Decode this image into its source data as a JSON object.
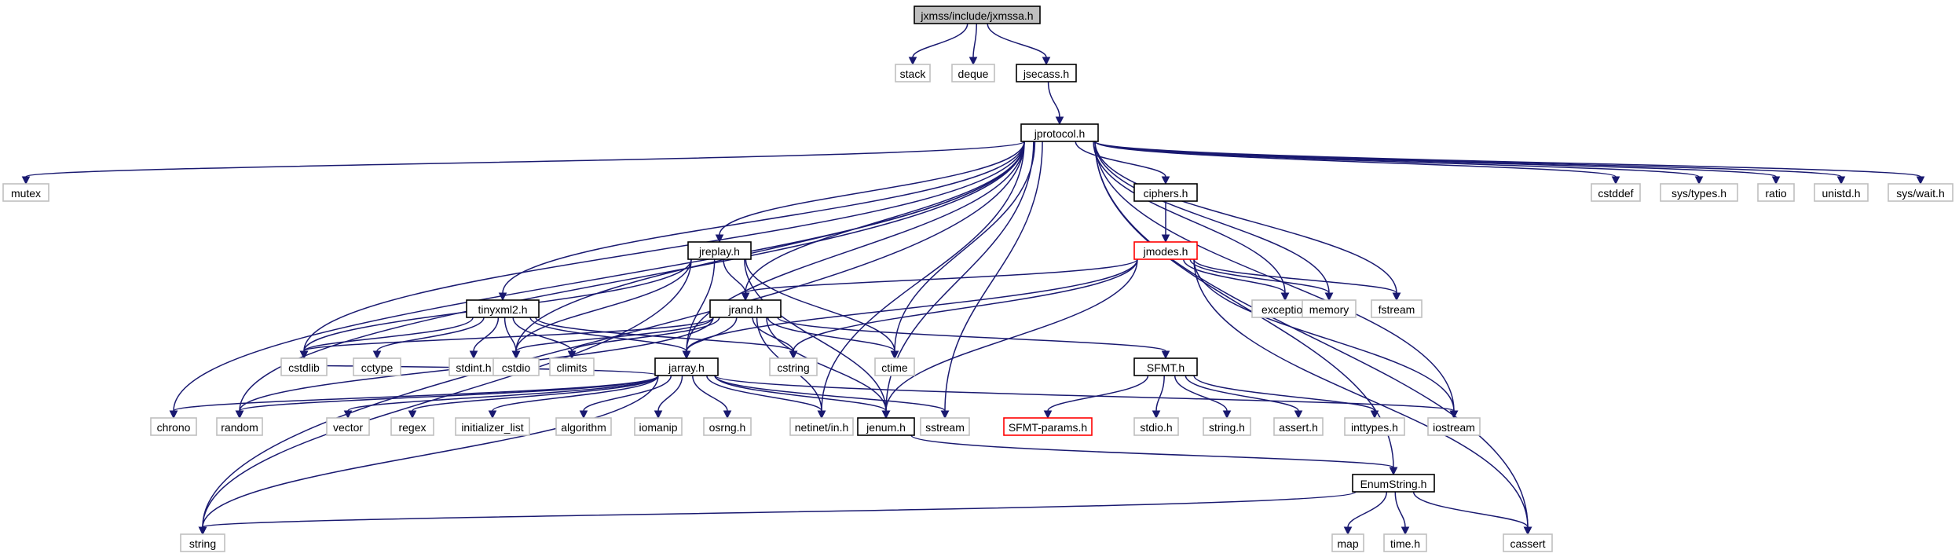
{
  "colors": {
    "edge": "#191970",
    "root_fill": "#bfbfbf",
    "root_stroke": "#000000",
    "documented_stroke": "#000000",
    "system_stroke": "#bfbfbf",
    "truncated_stroke": "#ff0000",
    "label": "#000000",
    "background": "#ffffff"
  },
  "nodes": [
    {
      "id": "jxmssa",
      "label": "jxmss/include/jxmssa.h",
      "kind": "root"
    },
    {
      "id": "stack",
      "label": "stack",
      "kind": "system"
    },
    {
      "id": "deque",
      "label": "deque",
      "kind": "system"
    },
    {
      "id": "jsecass",
      "label": "jsecass.h",
      "kind": "documented"
    },
    {
      "id": "jprotocol",
      "label": "jprotocol.h",
      "kind": "documented"
    },
    {
      "id": "mutex",
      "label": "mutex",
      "kind": "system"
    },
    {
      "id": "ciphers",
      "label": "ciphers.h",
      "kind": "documented"
    },
    {
      "id": "cstddef",
      "label": "cstddef",
      "kind": "system"
    },
    {
      "id": "systypes",
      "label": "sys/types.h",
      "kind": "system"
    },
    {
      "id": "ratio",
      "label": "ratio",
      "kind": "system"
    },
    {
      "id": "unistd",
      "label": "unistd.h",
      "kind": "system"
    },
    {
      "id": "syswait",
      "label": "sys/wait.h",
      "kind": "system"
    },
    {
      "id": "jreplay",
      "label": "jreplay.h",
      "kind": "documented"
    },
    {
      "id": "jmodes",
      "label": "jmodes.h",
      "kind": "truncated"
    },
    {
      "id": "tinyxml2",
      "label": "tinyxml2.h",
      "kind": "documented"
    },
    {
      "id": "jrand",
      "label": "jrand.h",
      "kind": "documented"
    },
    {
      "id": "exception",
      "label": "exception",
      "kind": "system"
    },
    {
      "id": "memory",
      "label": "memory",
      "kind": "system"
    },
    {
      "id": "fstream",
      "label": "fstream",
      "kind": "system"
    },
    {
      "id": "cstdlib",
      "label": "cstdlib",
      "kind": "system"
    },
    {
      "id": "cctype",
      "label": "cctype",
      "kind": "system"
    },
    {
      "id": "stdint",
      "label": "stdint.h",
      "kind": "system"
    },
    {
      "id": "cstdio",
      "label": "cstdio",
      "kind": "system"
    },
    {
      "id": "climits",
      "label": "climits",
      "kind": "system"
    },
    {
      "id": "cstring",
      "label": "cstring",
      "kind": "system"
    },
    {
      "id": "ctime",
      "label": "ctime",
      "kind": "system"
    },
    {
      "id": "jarray",
      "label": "jarray.h",
      "kind": "documented"
    },
    {
      "id": "sfmt",
      "label": "SFMT.h",
      "kind": "documented"
    },
    {
      "id": "chrono",
      "label": "chrono",
      "kind": "system"
    },
    {
      "id": "random",
      "label": "random",
      "kind": "system"
    },
    {
      "id": "vector",
      "label": "vector",
      "kind": "system"
    },
    {
      "id": "regex",
      "label": "regex",
      "kind": "system"
    },
    {
      "id": "initlist",
      "label": "initializer_list",
      "kind": "system"
    },
    {
      "id": "algorithm",
      "label": "algorithm",
      "kind": "system"
    },
    {
      "id": "iomanip",
      "label": "iomanip",
      "kind": "system"
    },
    {
      "id": "osrng",
      "label": "osrng.h",
      "kind": "system"
    },
    {
      "id": "netinet",
      "label": "netinet/in.h",
      "kind": "system"
    },
    {
      "id": "jenum",
      "label": "jenum.h",
      "kind": "documented"
    },
    {
      "id": "sstream",
      "label": "sstream",
      "kind": "system"
    },
    {
      "id": "sfmtparams",
      "label": "SFMT-params.h",
      "kind": "truncated"
    },
    {
      "id": "stdio",
      "label": "stdio.h",
      "kind": "system"
    },
    {
      "id": "stringh",
      "label": "string.h",
      "kind": "system"
    },
    {
      "id": "asserth",
      "label": "assert.h",
      "kind": "system"
    },
    {
      "id": "inttypes",
      "label": "inttypes.h",
      "kind": "system"
    },
    {
      "id": "iostream",
      "label": "iostream",
      "kind": "system"
    },
    {
      "id": "enumstring",
      "label": "EnumString.h",
      "kind": "documented"
    },
    {
      "id": "string",
      "label": "string",
      "kind": "system"
    },
    {
      "id": "map",
      "label": "map",
      "kind": "system"
    },
    {
      "id": "timeh",
      "label": "time.h",
      "kind": "system"
    },
    {
      "id": "cassert",
      "label": "cassert",
      "kind": "system"
    }
  ],
  "edges": [
    [
      "jxmssa",
      "stack"
    ],
    [
      "jxmssa",
      "deque"
    ],
    [
      "jxmssa",
      "jsecass"
    ],
    [
      "jsecass",
      "jprotocol"
    ],
    [
      "jprotocol",
      "mutex"
    ],
    [
      "jprotocol",
      "string"
    ],
    [
      "jprotocol",
      "chrono"
    ],
    [
      "jprotocol",
      "random"
    ],
    [
      "jprotocol",
      "cstdlib"
    ],
    [
      "jprotocol",
      "tinyxml2"
    ],
    [
      "jprotocol",
      "cstdio"
    ],
    [
      "jprotocol",
      "jreplay"
    ],
    [
      "jprotocol",
      "jarray"
    ],
    [
      "jprotocol",
      "jrand"
    ],
    [
      "jprotocol",
      "ctime"
    ],
    [
      "jprotocol",
      "netinet"
    ],
    [
      "jprotocol",
      "jenum"
    ],
    [
      "jprotocol",
      "sstream"
    ],
    [
      "jprotocol",
      "ciphers"
    ],
    [
      "jprotocol",
      "exception"
    ],
    [
      "jprotocol",
      "memory"
    ],
    [
      "jprotocol",
      "fstream"
    ],
    [
      "jprotocol",
      "iostream"
    ],
    [
      "jprotocol",
      "enumstring"
    ],
    [
      "jprotocol",
      "cassert"
    ],
    [
      "jprotocol",
      "cstddef"
    ],
    [
      "jprotocol",
      "systypes"
    ],
    [
      "jprotocol",
      "ratio"
    ],
    [
      "jprotocol",
      "unistd"
    ],
    [
      "jprotocol",
      "syswait"
    ],
    [
      "ciphers",
      "jmodes"
    ],
    [
      "jmodes",
      "jrand"
    ],
    [
      "jmodes",
      "jarray"
    ],
    [
      "jmodes",
      "cstring"
    ],
    [
      "jmodes",
      "jenum"
    ],
    [
      "jmodes",
      "exception"
    ],
    [
      "jmodes",
      "memory"
    ],
    [
      "jmodes",
      "fstream"
    ],
    [
      "jmodes",
      "iostream"
    ],
    [
      "jmodes",
      "cassert"
    ],
    [
      "jreplay",
      "cstdlib"
    ],
    [
      "jreplay",
      "string"
    ],
    [
      "jreplay",
      "cstdio"
    ],
    [
      "jreplay",
      "jrand"
    ],
    [
      "jreplay",
      "jarray"
    ],
    [
      "jreplay",
      "ctime"
    ],
    [
      "jreplay",
      "jenum"
    ],
    [
      "tinyxml2",
      "cstdlib"
    ],
    [
      "tinyxml2",
      "cctype"
    ],
    [
      "tinyxml2",
      "stdint"
    ],
    [
      "tinyxml2",
      "cstdio"
    ],
    [
      "tinyxml2",
      "climits"
    ],
    [
      "tinyxml2",
      "cstring"
    ],
    [
      "tinyxml2",
      "jarray"
    ],
    [
      "jrand",
      "cstdlib"
    ],
    [
      "jrand",
      "cstdio"
    ],
    [
      "jrand",
      "climits"
    ],
    [
      "jrand",
      "cstring"
    ],
    [
      "jrand",
      "ctime"
    ],
    [
      "jrand",
      "jarray"
    ],
    [
      "jrand",
      "random"
    ],
    [
      "jrand",
      "netinet"
    ],
    [
      "jrand",
      "jenum"
    ],
    [
      "jrand",
      "sfmt"
    ],
    [
      "jarray",
      "chrono"
    ],
    [
      "jarray",
      "random"
    ],
    [
      "jarray",
      "vector"
    ],
    [
      "jarray",
      "regex"
    ],
    [
      "jarray",
      "initlist"
    ],
    [
      "jarray",
      "algorithm"
    ],
    [
      "jarray",
      "iomanip"
    ],
    [
      "jarray",
      "osrng"
    ],
    [
      "jarray",
      "netinet"
    ],
    [
      "jarray",
      "jenum"
    ],
    [
      "jarray",
      "sstream"
    ],
    [
      "jarray",
      "iostream"
    ],
    [
      "jarray",
      "string"
    ],
    [
      "jarray",
      "cstdlib"
    ],
    [
      "sfmt",
      "sfmtparams"
    ],
    [
      "sfmt",
      "stdio"
    ],
    [
      "sfmt",
      "stringh"
    ],
    [
      "sfmt",
      "asserth"
    ],
    [
      "sfmt",
      "inttypes"
    ],
    [
      "jenum",
      "enumstring"
    ],
    [
      "enumstring",
      "string"
    ],
    [
      "enumstring",
      "map"
    ],
    [
      "enumstring",
      "timeh"
    ],
    [
      "enumstring",
      "cassert"
    ]
  ]
}
